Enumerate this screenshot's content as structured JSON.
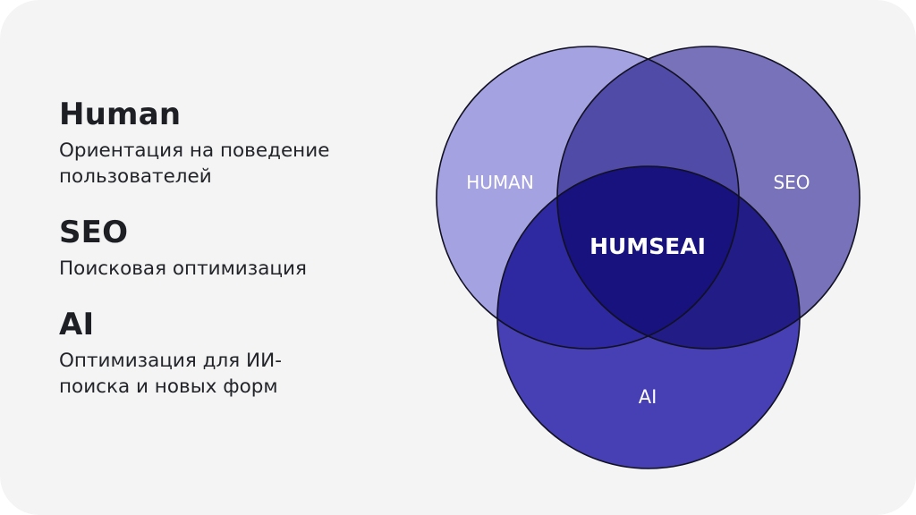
{
  "legend": {
    "items": [
      {
        "term": "Human",
        "desc_line1": "Ориентация на поведение",
        "desc_line2": "пользователей"
      },
      {
        "term": "SEO",
        "desc_line1": "Поисковая оптимизация",
        "desc_line2": ""
      },
      {
        "term": "AI",
        "desc_line1": "Оптимизация для ИИ-",
        "desc_line2": "поиска и новых форм"
      }
    ]
  },
  "venn": {
    "circles": [
      {
        "label": "HUMAN",
        "color": "#a5a2e2"
      },
      {
        "label": "SEO",
        "color": "#7772b9"
      },
      {
        "label": "AI",
        "color": "#4740b5"
      }
    ],
    "center_label": "HUMSEAI",
    "region_colors": {
      "human_seo": "#514ba8",
      "human_ai": "#2f29a1",
      "seo_ai": "#221c87",
      "all": "#17127d"
    }
  }
}
